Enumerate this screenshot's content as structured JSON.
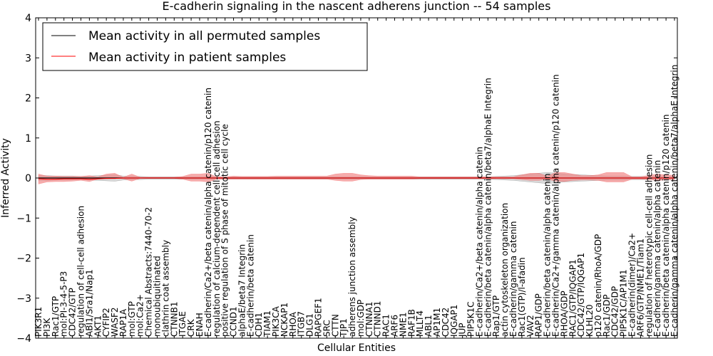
{
  "chart_data": {
    "type": "line",
    "title": "E-cadherin signaling in the nascent adherens junction -- 54 samples",
    "xlabel": "Cellular Entities",
    "ylabel": "Inferred Activity",
    "ylim": [
      -4,
      4
    ],
    "yticks": [
      -4,
      -3,
      -2,
      -1,
      0,
      1,
      2,
      3,
      4
    ],
    "ytick_labels": [
      "−4",
      "−3",
      "−2",
      "−1",
      "0",
      "1",
      "2",
      "3",
      "4"
    ],
    "grid": false,
    "legend_position": "upper-left",
    "categories": [
      "PIK3R1",
      "PI3K",
      "Rac1/GTP",
      "mol:PI-3-4-5-P3",
      "CDC42/GTP",
      "regulation of cell-cell adhesion",
      "ABI1/Sra1/Nap1",
      "AKT1",
      "CYFIP2",
      "WASF2",
      "RAP1A",
      "mol:GTP",
      "mol:Ca2+",
      "Chemical Abstracts:7440-70-2",
      "monoubiquitinated",
      "clathrin coat assembly",
      "CTNNB1",
      "ITGAE",
      "CRK",
      "ENAH",
      "E-cadherin/Ca2+/beta catenin/alpha catenin/p120 catenin",
      "regulation of calcium-dependent cell-cell adhesion",
      "positive regulation of S phase of mitotic cell cycle",
      "CCND1",
      "alphaE/beta7 Integrin",
      "E-cadherin/beta catenin",
      "CDH1",
      "TIAM1",
      "PIK3CA",
      "NCKAP1",
      "RHOA",
      "ITGB7",
      "DLG1",
      "RAPGEF1",
      "SRC",
      "CTTN",
      "TJP1",
      "adherens junction assembly",
      "mol:GDP",
      "CTNNA1",
      "CTNND1",
      "RAC1",
      "ARF6",
      "NME1",
      "RAF1B",
      "MLLT4",
      "ABL1",
      "AP1M1",
      "CDC42",
      "IQGAP1",
      "JUP",
      "PIP5K1C",
      "E-cadherin/Ca2+/beta catenin/alpha catenin",
      "E-cadherin/beta catenin/alpha catenin/beta7/alphaE Integrin",
      "Rap1/GTP",
      "actin cytoskeleton organization",
      "E-cadherin/gamma catenin",
      "Rac1(GTP)/l-afadin",
      "VAV2",
      "RAP1/GDP",
      "E-cadherin/beta catenin/alpha catenin",
      "E-cadherin/Ca2+/gamma catenin/alpha catenin/p120 catenin",
      "RHOA/GDP",
      "RAC1/GTP/IQGAP1",
      "CDC42/GTP/IQGAP1",
      "KLHL20",
      "p120 catenin/RhoA/GDP",
      "Rac1/GDP",
      "CDC42/GDP",
      "PIP5K1C/AP1M1",
      "E-cadherin(dimer)/Ca2+",
      "ARF6/GTP/NME1/Tiam1",
      "regulation of heterotypic cell-cell adhesion",
      "E-cadherin/gamma catenin/alpha catenin",
      "E-cadherin/beta catenin/alpha catenin/p120 catenin",
      "E-cadherin/gamma catenin/alpha catenin/beta7/alphaE Integrin"
    ],
    "series": [
      {
        "name": "Mean activity in all permuted samples",
        "color": "#000000",
        "values": [
          0,
          0,
          0,
          0,
          0,
          0,
          0,
          0,
          0,
          0,
          0,
          0,
          0,
          0,
          0,
          0,
          0,
          0,
          0,
          0,
          0,
          0,
          0,
          0,
          0,
          0,
          0,
          0,
          0,
          0,
          0,
          0,
          0,
          0,
          0,
          0,
          0,
          0,
          0,
          0,
          0,
          0,
          0,
          0,
          0,
          0,
          0,
          0,
          0,
          0,
          0,
          0,
          0,
          0,
          0,
          0,
          0,
          0,
          0,
          0,
          0,
          0,
          0,
          0,
          0,
          0,
          0,
          0,
          0,
          0,
          0,
          0,
          0,
          0,
          0,
          0
        ],
        "band": {
          "color": "#bfbfbf",
          "lower": [
            -0.06,
            -0.06,
            -0.05,
            -0.05,
            -0.05,
            -0.04,
            -0.05,
            -0.06,
            -0.07,
            -0.08,
            -0.05,
            -0.04,
            -0.04,
            -0.03,
            -0.03,
            -0.03,
            -0.03,
            -0.03,
            -0.03,
            -0.03,
            -0.03,
            -0.03,
            -0.03,
            -0.03,
            -0.03,
            -0.03,
            -0.03,
            -0.03,
            -0.03,
            -0.03,
            -0.03,
            -0.03,
            -0.03,
            -0.03,
            -0.03,
            -0.03,
            -0.03,
            -0.03,
            -0.03,
            -0.03,
            -0.03,
            -0.03,
            -0.03,
            -0.03,
            -0.03,
            -0.03,
            -0.03,
            -0.03,
            -0.03,
            -0.03,
            -0.03,
            -0.03,
            -0.03,
            -0.03,
            -0.04,
            -0.05,
            -0.06,
            -0.08,
            -0.1,
            -0.12,
            -0.14,
            -0.12,
            -0.1,
            -0.09,
            -0.08,
            -0.07,
            -0.06,
            -0.05,
            -0.05,
            -0.05,
            -0.04,
            -0.04,
            -0.04,
            -0.04,
            -0.04,
            -0.04
          ],
          "upper": [
            0.06,
            0.06,
            0.05,
            0.05,
            0.05,
            0.04,
            0.05,
            0.06,
            0.07,
            0.08,
            0.05,
            0.04,
            0.04,
            0.03,
            0.03,
            0.03,
            0.03,
            0.03,
            0.03,
            0.03,
            0.03,
            0.03,
            0.03,
            0.03,
            0.03,
            0.03,
            0.03,
            0.03,
            0.03,
            0.03,
            0.03,
            0.03,
            0.03,
            0.03,
            0.03,
            0.03,
            0.03,
            0.03,
            0.03,
            0.03,
            0.03,
            0.03,
            0.03,
            0.03,
            0.03,
            0.03,
            0.03,
            0.03,
            0.03,
            0.03,
            0.03,
            0.03,
            0.03,
            0.03,
            0.04,
            0.05,
            0.06,
            0.08,
            0.1,
            0.12,
            0.14,
            0.12,
            0.1,
            0.09,
            0.08,
            0.07,
            0.06,
            0.05,
            0.05,
            0.05,
            0.04,
            0.04,
            0.04,
            0.04,
            0.04,
            0.04
          ]
        }
      },
      {
        "name": "Mean activity in patient samples",
        "color": "#ff0000",
        "values": [
          -0.02,
          -0.03,
          -0.03,
          -0.02,
          -0.02,
          -0.02,
          -0.03,
          -0.02,
          -0.01,
          -0.01,
          0.0,
          0.0,
          0.0,
          0.0,
          0.0,
          0.0,
          0.0,
          0.0,
          0.0,
          0.0,
          0.0,
          0.0,
          0.0,
          0.0,
          0.0,
          0.0,
          0.0,
          0.0,
          0.0,
          0.0,
          0.0,
          0.0,
          0.0,
          0.0,
          0.0,
          0.0,
          0.0,
          0.0,
          0.0,
          0.0,
          0.0,
          0.0,
          0.0,
          0.0,
          0.0,
          0.0,
          0.0,
          0.0,
          0.0,
          0.0,
          0.0,
          0.0,
          0.0,
          0.0,
          0.0,
          0.0,
          0.0,
          0.0,
          0.0,
          0.0,
          0.0,
          0.0,
          0.0,
          0.0,
          0.0,
          0.0,
          0.0,
          0.0,
          0.0,
          0.0,
          0.0,
          0.0,
          0.0,
          0.0,
          0.0,
          0.0
        ],
        "band": {
          "color": "#f08080",
          "lower": [
            -0.15,
            -0.1,
            -0.09,
            -0.09,
            -0.08,
            -0.06,
            -0.09,
            -0.03,
            -0.02,
            -0.01,
            -0.02,
            -0.08,
            -0.01,
            -0.01,
            -0.01,
            -0.01,
            -0.01,
            -0.03,
            -0.08,
            -0.08,
            -0.1,
            -0.03,
            -0.03,
            -0.03,
            -0.03,
            -0.03,
            -0.03,
            -0.03,
            -0.03,
            -0.03,
            -0.03,
            -0.03,
            -0.03,
            -0.03,
            -0.03,
            -0.06,
            -0.08,
            -0.08,
            -0.04,
            -0.03,
            -0.03,
            -0.03,
            -0.03,
            -0.03,
            -0.03,
            -0.02,
            -0.02,
            -0.02,
            -0.02,
            -0.02,
            -0.02,
            -0.02,
            -0.02,
            -0.02,
            -0.02,
            -0.02,
            -0.02,
            -0.04,
            -0.06,
            -0.06,
            -0.03,
            -0.08,
            -0.09,
            -0.06,
            -0.05,
            -0.05,
            -0.06,
            -0.1,
            -0.1,
            -0.1,
            -0.03,
            -0.03,
            -0.04,
            -0.06,
            -0.05,
            -0.04
          ],
          "upper": [
            0.1,
            0.05,
            0.05,
            0.04,
            0.04,
            0.04,
            0.06,
            0.03,
            0.1,
            0.12,
            0.02,
            0.1,
            0.02,
            0.02,
            0.02,
            0.02,
            0.02,
            0.04,
            0.1,
            0.1,
            0.12,
            0.03,
            0.03,
            0.05,
            0.04,
            0.04,
            0.04,
            0.04,
            0.05,
            0.05,
            0.05,
            0.05,
            0.05,
            0.05,
            0.05,
            0.1,
            0.12,
            0.12,
            0.08,
            0.06,
            0.05,
            0.05,
            0.05,
            0.05,
            0.05,
            0.03,
            0.03,
            0.03,
            0.03,
            0.03,
            0.03,
            0.03,
            0.03,
            0.03,
            0.03,
            0.03,
            0.03,
            0.08,
            0.12,
            0.12,
            0.05,
            0.14,
            0.14,
            0.1,
            0.06,
            0.06,
            0.08,
            0.14,
            0.14,
            0.14,
            0.03,
            0.03,
            0.07,
            0.1,
            0.08,
            0.07
          ]
        }
      }
    ]
  }
}
